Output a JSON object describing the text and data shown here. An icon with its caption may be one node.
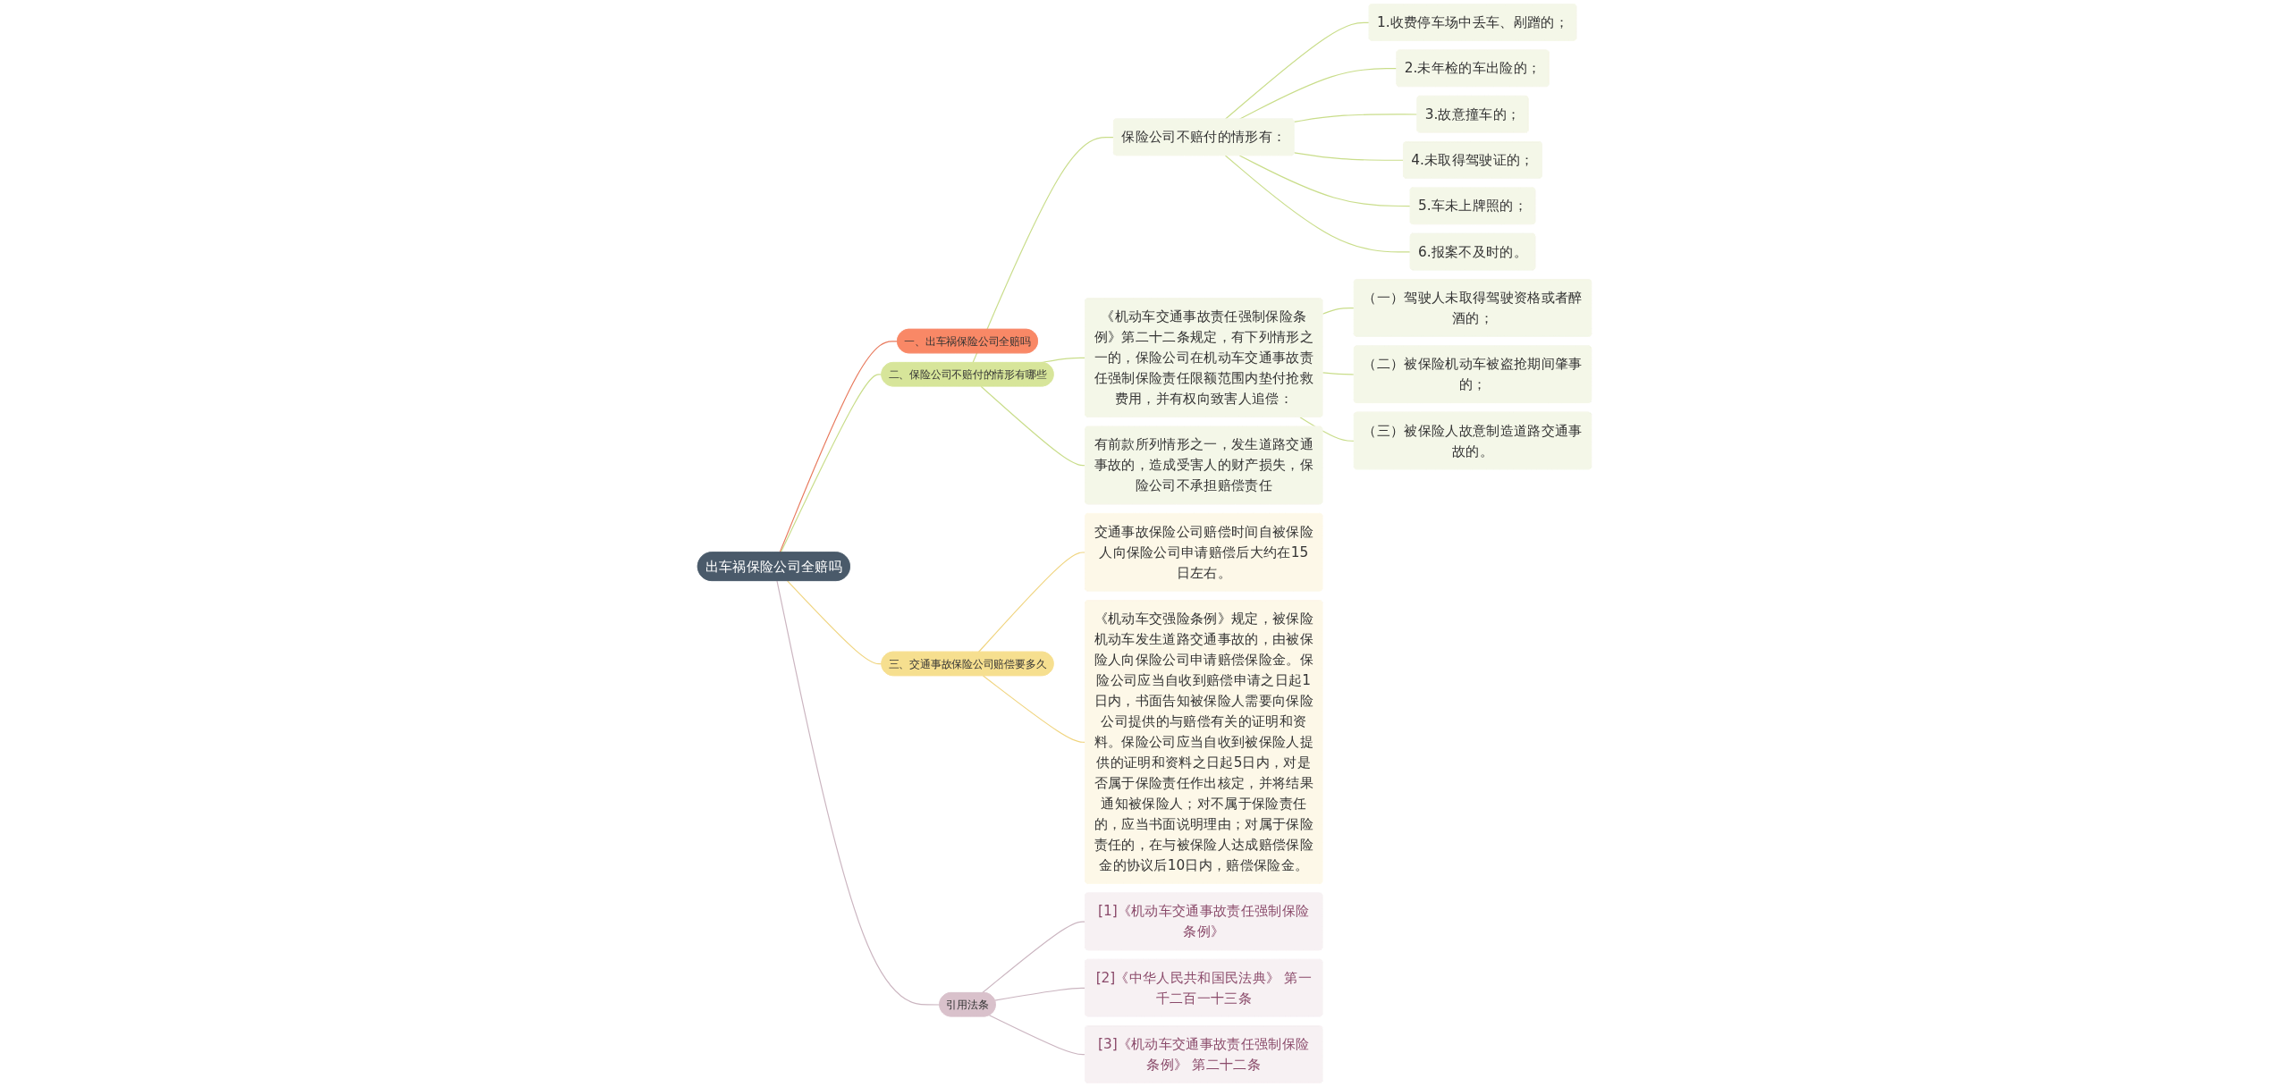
{
  "diagram": {
    "nodes": [
      {
        "text": [
          "出车祸保险公司全赔吗"
        ]
      },
      {
        "text": [
          "一、出车祸保险公司全赔吗"
        ]
      },
      {
        "text": [
          "二、保险公司不赔付的情形有哪些"
        ]
      },
      {
        "text": [
          "保险公司不赔付的情形有："
        ]
      },
      {
        "text": [
          "1.收费停车场中丢车、剐蹭的；"
        ]
      },
      {
        "text": [
          "2.未年检的车出险的；"
        ]
      },
      {
        "text": [
          "3.故意撞车的；"
        ]
      },
      {
        "text": [
          "4.未取得驾驶证的；"
        ]
      },
      {
        "text": [
          "5.车未上牌照的；"
        ]
      },
      {
        "text": [
          "6.报案不及时的。"
        ]
      },
      {
        "text": [
          "《机动车交通事故责任强制保险条例》第二十二条规定，有下列情形之一的，保险公司在机动车交通事故责任强制保险责任限额范围内垫付抢救费用，并有权向致害人追偿："
        ]
      },
      {
        "text": [
          "（一）驾驶人未取得驾驶资格或者醉酒的；"
        ]
      },
      {
        "text": [
          "（二）被保险机动车被盗抢期间肇事的；"
        ]
      },
      {
        "text": [
          "（三）被保险人故意制造道路交通事故的。"
        ]
      },
      {
        "text": [
          "有前款所列情形之一，发生道路交通事故的，造成受害人的财产损失，保险公司不承担赔偿责任"
        ]
      },
      {
        "text": [
          "三、交通事故保险公司赔偿要多久"
        ]
      },
      {
        "text": [
          "交通事故保险公司赔偿时间自被保险人向保险公司申请赔偿后大约在15日左右。"
        ]
      },
      {
        "text": [
          "《机动车交强险条例》规定，被保险机动车发生道路交通事故的，由被保险人向保险公司申请赔偿保险金。保险公司应当自收到赔偿申请之日起1日内，书面告知被保险人需要向保险公司提供的与赔偿有关的证明和资料。保险公司应当自收到被保险人提供的证明和资料之日起5日内，对是否属于保险责任作出核定，并将结果通知被保险人；对不属于保险责任的，应当书面说明理由；对属于保险责任的，在与被保险人达成赔偿保险金的协议后10日内，赔偿保险金。"
        ]
      },
      {
        "text": [
          "引用法条"
        ]
      },
      {
        "text": [
          "[1]《机动车交通事故责任强制保险条例》"
        ]
      },
      {
        "text": [
          "[2]《中华人民共和国民法典》 第一千二百一十三条"
        ]
      },
      {
        "text": [
          "[3]《机动车交通事故责任强制保险条例》 第二十二条"
        ]
      }
    ],
    "edges": [
      {
        "from": 0,
        "to": 1,
        "arrow": "none",
        "color": "#e8795c"
      },
      {
        "from": 0,
        "to": 2,
        "arrow": "none"
      },
      {
        "from": 2,
        "to": 3,
        "arrow": "none"
      },
      {
        "from": 3,
        "to": 4,
        "arrow": "none"
      },
      {
        "from": 3,
        "to": 5,
        "arrow": "none"
      },
      {
        "from": 3,
        "to": 6,
        "arrow": "none"
      },
      {
        "from": 3,
        "to": 7,
        "arrow": "none"
      },
      {
        "from": 3,
        "to": 8,
        "arrow": "none"
      },
      {
        "from": 3,
        "to": 9,
        "arrow": "none"
      },
      {
        "from": 2,
        "to": 10,
        "arrow": "none"
      },
      {
        "from": 10,
        "to": 11,
        "arrow": "none"
      },
      {
        "from": 10,
        "to": 12,
        "arrow": "none"
      },
      {
        "from": 10,
        "to": 13,
        "arrow": "none"
      },
      {
        "from": 2,
        "to": 14,
        "arrow": "none"
      },
      {
        "from": 0,
        "to": 15,
        "arrow": "none",
        "color": "#f0d47e"
      },
      {
        "from": 15,
        "to": 16,
        "arrow": "none",
        "color": "#f0d47e"
      },
      {
        "from": 15,
        "to": 17,
        "arrow": "none",
        "color": "#f0d47e"
      },
      {
        "from": 0,
        "to": 18,
        "arrow": "none",
        "color": "#cbb5c0"
      },
      {
        "from": 18,
        "to": 19,
        "arrow": "none",
        "color": "#cbb5c0"
      },
      {
        "from": 18,
        "to": 20,
        "arrow": "none",
        "color": "#cbb5c0"
      },
      {
        "from": 18,
        "to": 21,
        "arrow": "none",
        "color": "#cbb5c0"
      }
    ]
  }
}
